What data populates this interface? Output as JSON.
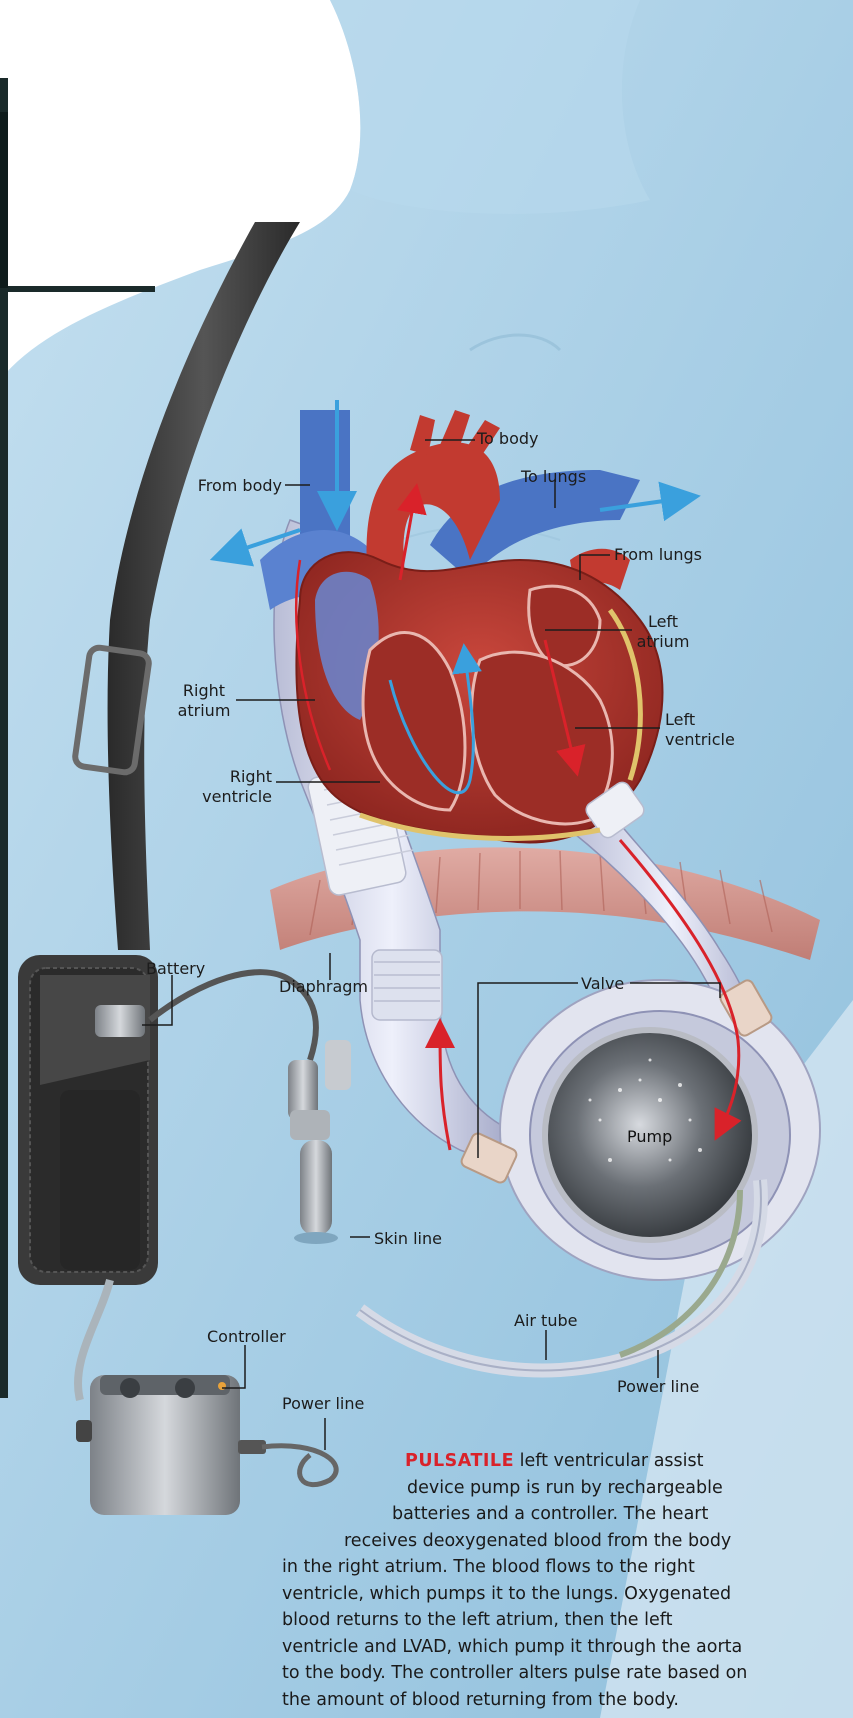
{
  "labels": {
    "to_body": "To body",
    "to_lungs": "To lungs",
    "from_body": "From body",
    "from_lungs": "From lungs",
    "left_atrium": "Left\natrium",
    "right_atrium": "Right\natrium",
    "left_ventricle": "Left\nventricle",
    "right_ventricle": "Right\nventricle",
    "battery": "Battery",
    "diaphragm": "Diaphragm",
    "valve": "Valve",
    "pump": "Pump",
    "skin_line": "Skin line",
    "air_tube": "Air tube",
    "controller": "Controller",
    "power_line_controller": "Power line",
    "power_line_pump": "Power line"
  },
  "caption": {
    "highlight": "PULSATILE",
    "line1": " left ventricular assist",
    "line2": "device pump is run by rechargeable",
    "line3": "batteries and a controller. The heart",
    "line4": "receives deoxygenated blood from the body",
    "line5": "in the right atrium. The blood flows to the right",
    "line6": "ventricle, which pumps it to the lungs. Oxygenated",
    "line7": "blood returns to the left atrium, then the left",
    "line8": "ventricle and LVAD, which pump it through the aorta",
    "line9": "to the body. The controller alters pulse rate based on",
    "line10": "the amount of blood returning from the body."
  },
  "colors": {
    "body_skin": "#a9cfe6",
    "background": "#ffffff",
    "heart_red": "#b5332c",
    "vein_blue": "#4a74c4",
    "arrow_blue": "#3aa0dd",
    "arrow_red": "#d9222a",
    "caption_highlight": "#d9222a"
  }
}
